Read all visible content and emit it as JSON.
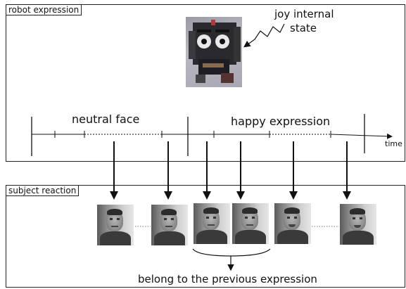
{
  "panels": {
    "robot_label": "robot expression",
    "subject_label": "subject reaction"
  },
  "annotations": {
    "joy_line1": "joy internal",
    "joy_line2": "state",
    "neutral": "neutral face",
    "happy": "happy expression",
    "time": "time",
    "belong": "belong to the previous expression"
  },
  "colors": {
    "line": "#111111",
    "panel_border": "#222222"
  }
}
